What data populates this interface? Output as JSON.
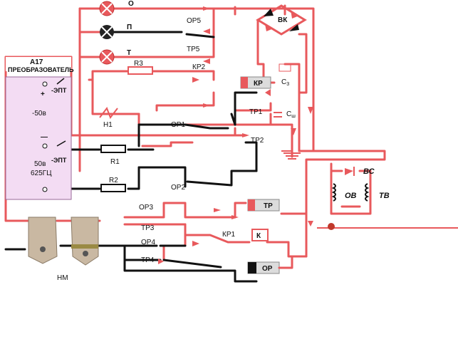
{
  "labels": {
    "lamp_o": "О",
    "lamp_p": "П",
    "lamp_t": "Т",
    "op5": "ОР5",
    "tr5": "ТР5",
    "r3": "R3",
    "kr2": "КР2",
    "bk": "ВК",
    "kr": "КР",
    "c3": "С",
    "c3_sub": "3",
    "converter_id": "А17",
    "converter_name": "ПРЕОБРАЗОВАТЕЛЬ",
    "plus": "+",
    "minus": "—",
    "minus50": "-50в",
    "freq_v": "50в",
    "freq_hz": "625ГЦ",
    "ept1": "-ЭПТ",
    "ept2": "-ЭПТ",
    "n1": "Н1",
    "op1": "ОР1",
    "tr1": "ТР1",
    "cw": "С",
    "cw_sub": "ш",
    "tr2": "ТР2",
    "r1": "R1",
    "r2": "R2",
    "op2": "ОР2",
    "vs": "ВС",
    "ov": "ОВ",
    "tv": "ТВ",
    "op3": "ОР3",
    "tr_box": "ТР",
    "tr3": "ТР3",
    "kr1": "КР1",
    "k_box": "К",
    "op4": "ОР4",
    "tr4": "ТР4",
    "or_box": "ОР",
    "nm": "НМ"
  },
  "colors": {
    "wire_red": "#e8595c",
    "wire_black": "#111111",
    "converter_fill": "#f3dcf3",
    "converter_stroke": "#9a6a9a",
    "relay_fill": "#dcdcdc",
    "foot_switch": "#c9b8a2"
  },
  "icons": [
    "signal-lamp-icon",
    "diode-icon",
    "capacitor-icon",
    "relay-coil-icon",
    "resistor-icon",
    "foot-switch-icon",
    "ground-icon"
  ]
}
